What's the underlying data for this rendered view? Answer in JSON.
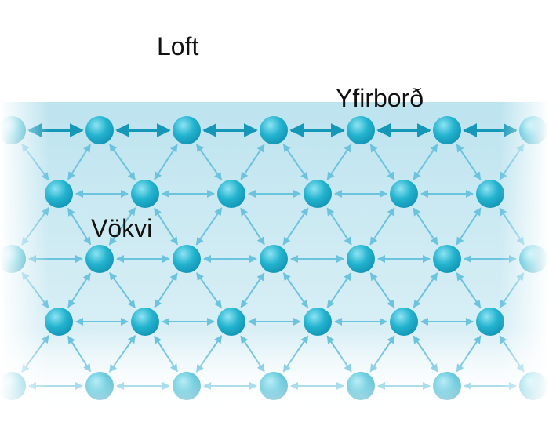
{
  "labels": {
    "air": "Loft",
    "surface": "Yfirborð",
    "liquid": "Vökvi"
  },
  "colors": {
    "liquid_background": "#b9e2ee",
    "molecule": "#1fb0cc",
    "molecule_highlight": "#8fe3f2",
    "surface_bond": "#1597b8",
    "bond": "#6cc3de"
  }
}
